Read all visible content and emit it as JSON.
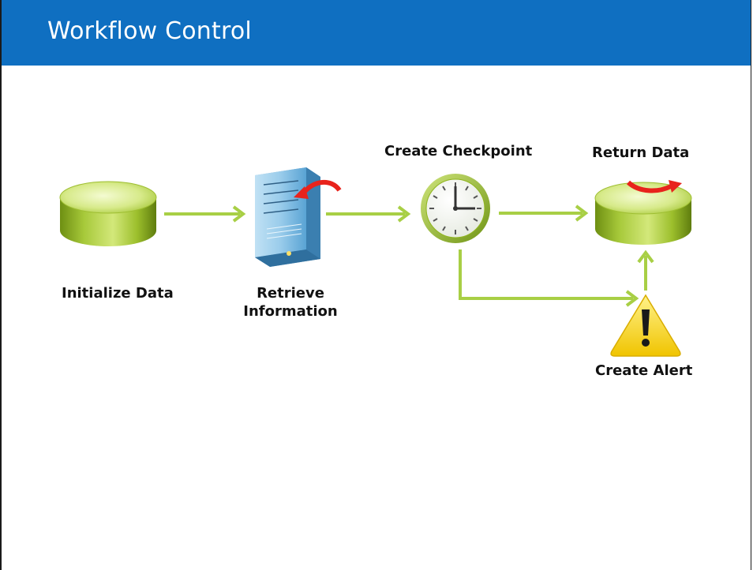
{
  "header": {
    "title": "Workflow Control"
  },
  "nodes": {
    "initialize": {
      "label": "Initialize Data",
      "icon": "database-icon"
    },
    "retrieve": {
      "label_line1": "Retrieve",
      "label_line2": "Information",
      "icon": "server-icon"
    },
    "checkpoint": {
      "label": "Create Checkpoint",
      "icon": "clock-icon"
    },
    "return": {
      "label": "Return Data",
      "icon": "database-icon"
    },
    "alert": {
      "label": "Create Alert",
      "icon": "warning-icon"
    }
  },
  "colors": {
    "header_bg": "#0f6fc1",
    "arrow": "#a8cf45",
    "db_green": "#8fb51e",
    "red_arrow": "#e8231c",
    "alert_yellow": "#f5d20a"
  }
}
